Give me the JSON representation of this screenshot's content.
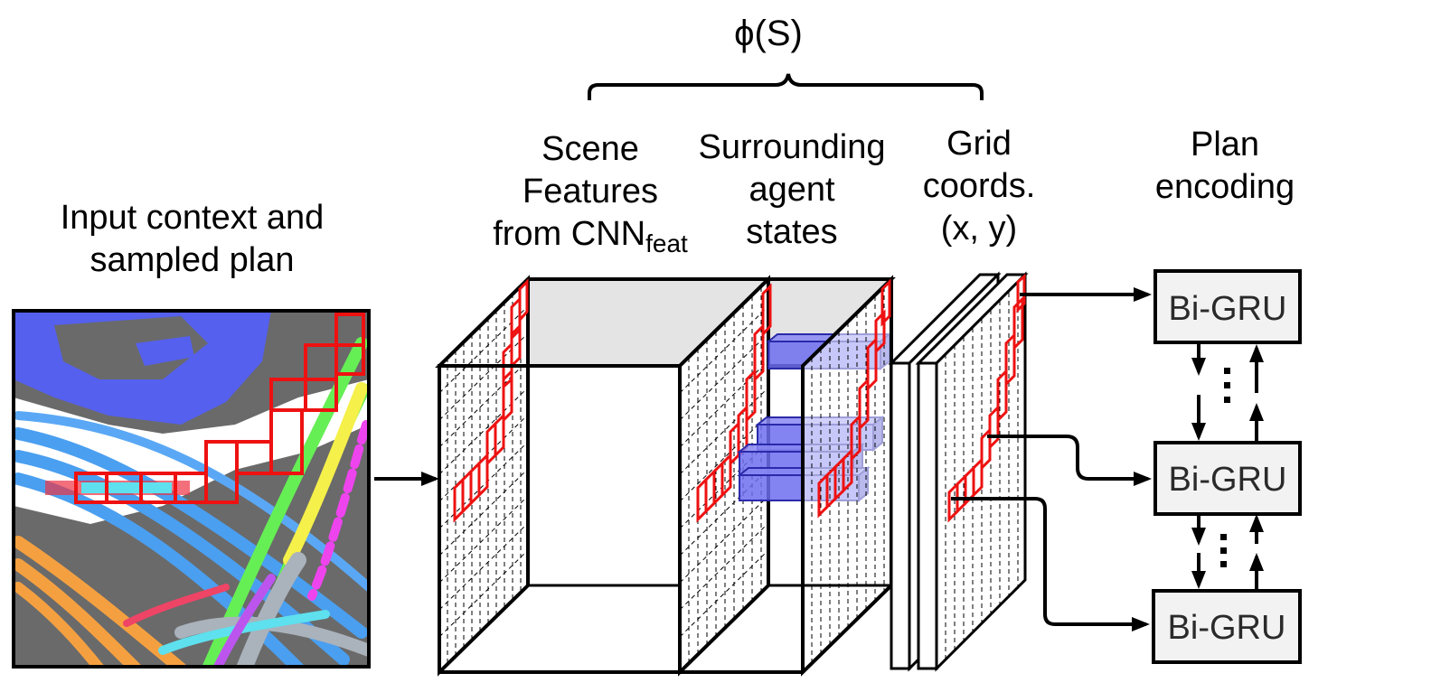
{
  "phi_label": "ϕ(S)",
  "labels": {
    "input_context": [
      "Input context and",
      "sampled plan"
    ],
    "scene_features": [
      "Scene",
      "Features"
    ],
    "scene_from": "from CNN",
    "scene_sub": "feat",
    "surrounding": [
      "Surrounding",
      "agent",
      "states"
    ],
    "grid": [
      "Grid",
      "coords.",
      "(x, y)"
    ],
    "plan": [
      "Plan",
      "encoding"
    ]
  },
  "gru_blocks": [
    {
      "label": "Bi-GRU"
    },
    {
      "label": "Bi-GRU"
    },
    {
      "label": "Bi-GRU"
    }
  ],
  "colors": {
    "plan_cells": "#ee1111",
    "agent_boxes": "#6d6df0",
    "road_gray": "#6a6a6a",
    "region_blue": "#5560ee",
    "lane_blue": "#4a9ff0",
    "lane_green": "#66ee55",
    "lane_yellow": "#f5f04a",
    "lane_magenta": "#ee44ee",
    "lane_orange": "#f5a040",
    "gru_fill": "#f2f2f2"
  }
}
